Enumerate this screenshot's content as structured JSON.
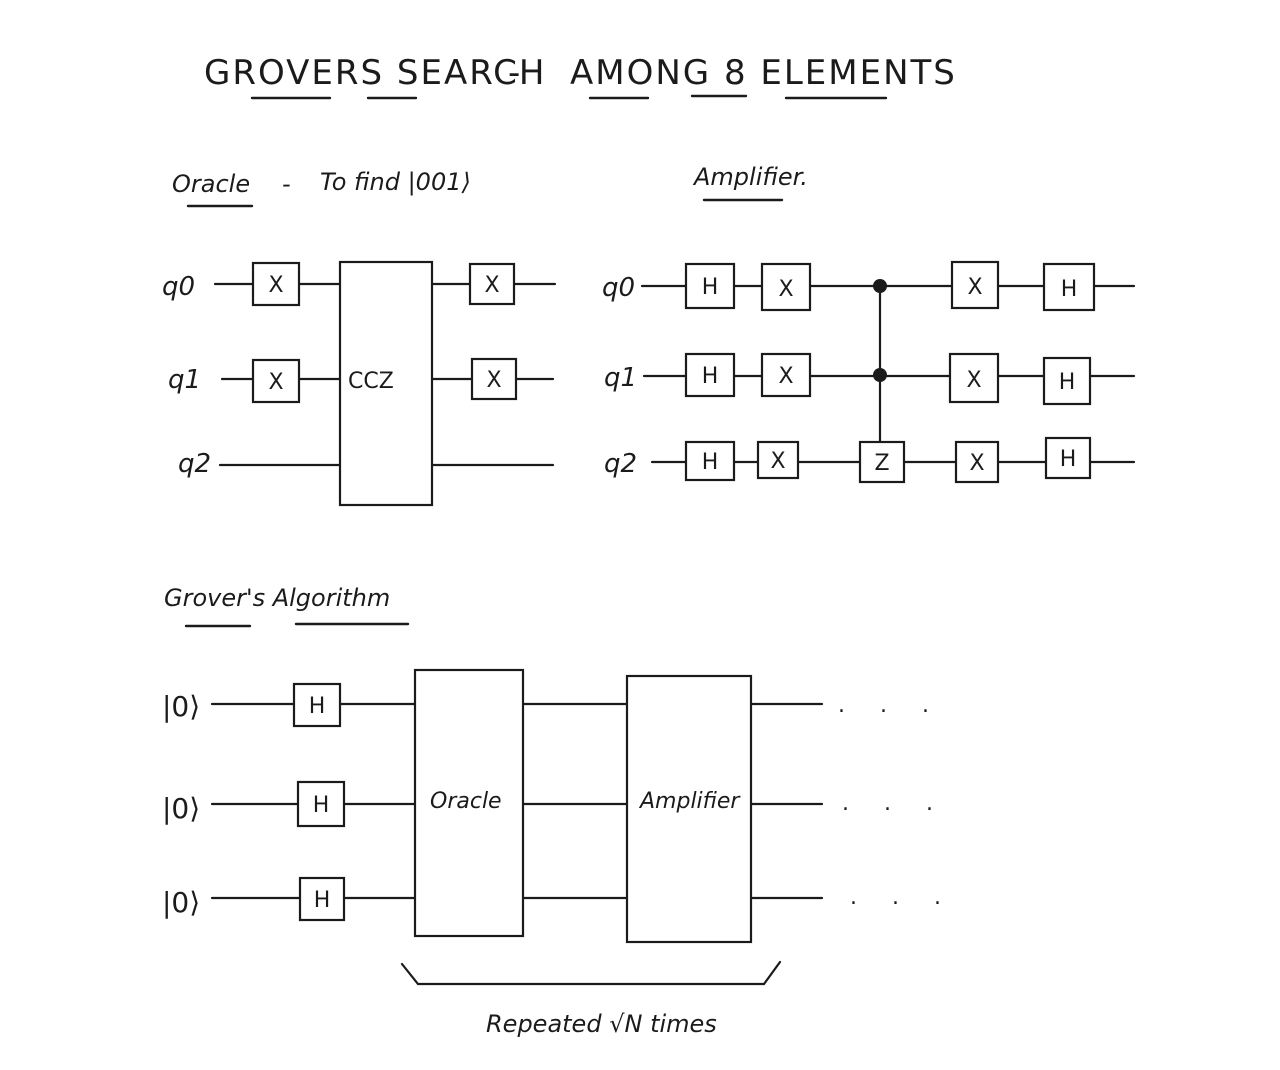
{
  "title": {
    "part1": "GROVERS SEARCH",
    "dash": "-",
    "part2": "AMONG 8 ELEMENTS"
  },
  "oracle": {
    "heading": "Oracle",
    "heading_dash": "-",
    "heading_rest": "To find |001⟩",
    "qubits": [
      "q0",
      "q1",
      "q2"
    ],
    "gates": {
      "x": "X",
      "ccz": "CCZ"
    }
  },
  "amplifier": {
    "heading": "Amplifier.",
    "qubits": [
      "q0",
      "q1",
      "q2"
    ],
    "gates": {
      "h": "H",
      "x": "X",
      "z": "Z"
    }
  },
  "grover": {
    "heading": "Grover's Algorithm",
    "inputs": [
      "|0⟩",
      "|0⟩",
      "|0⟩"
    ],
    "h_gate": "H",
    "oracle_box": "Oracle",
    "amplifier_box": "Amplifier",
    "continuation": ". . .",
    "repeat_label": "Repeated √N times"
  },
  "colors": {
    "ink": "#1b1b1b",
    "paper": "#ffffff"
  }
}
